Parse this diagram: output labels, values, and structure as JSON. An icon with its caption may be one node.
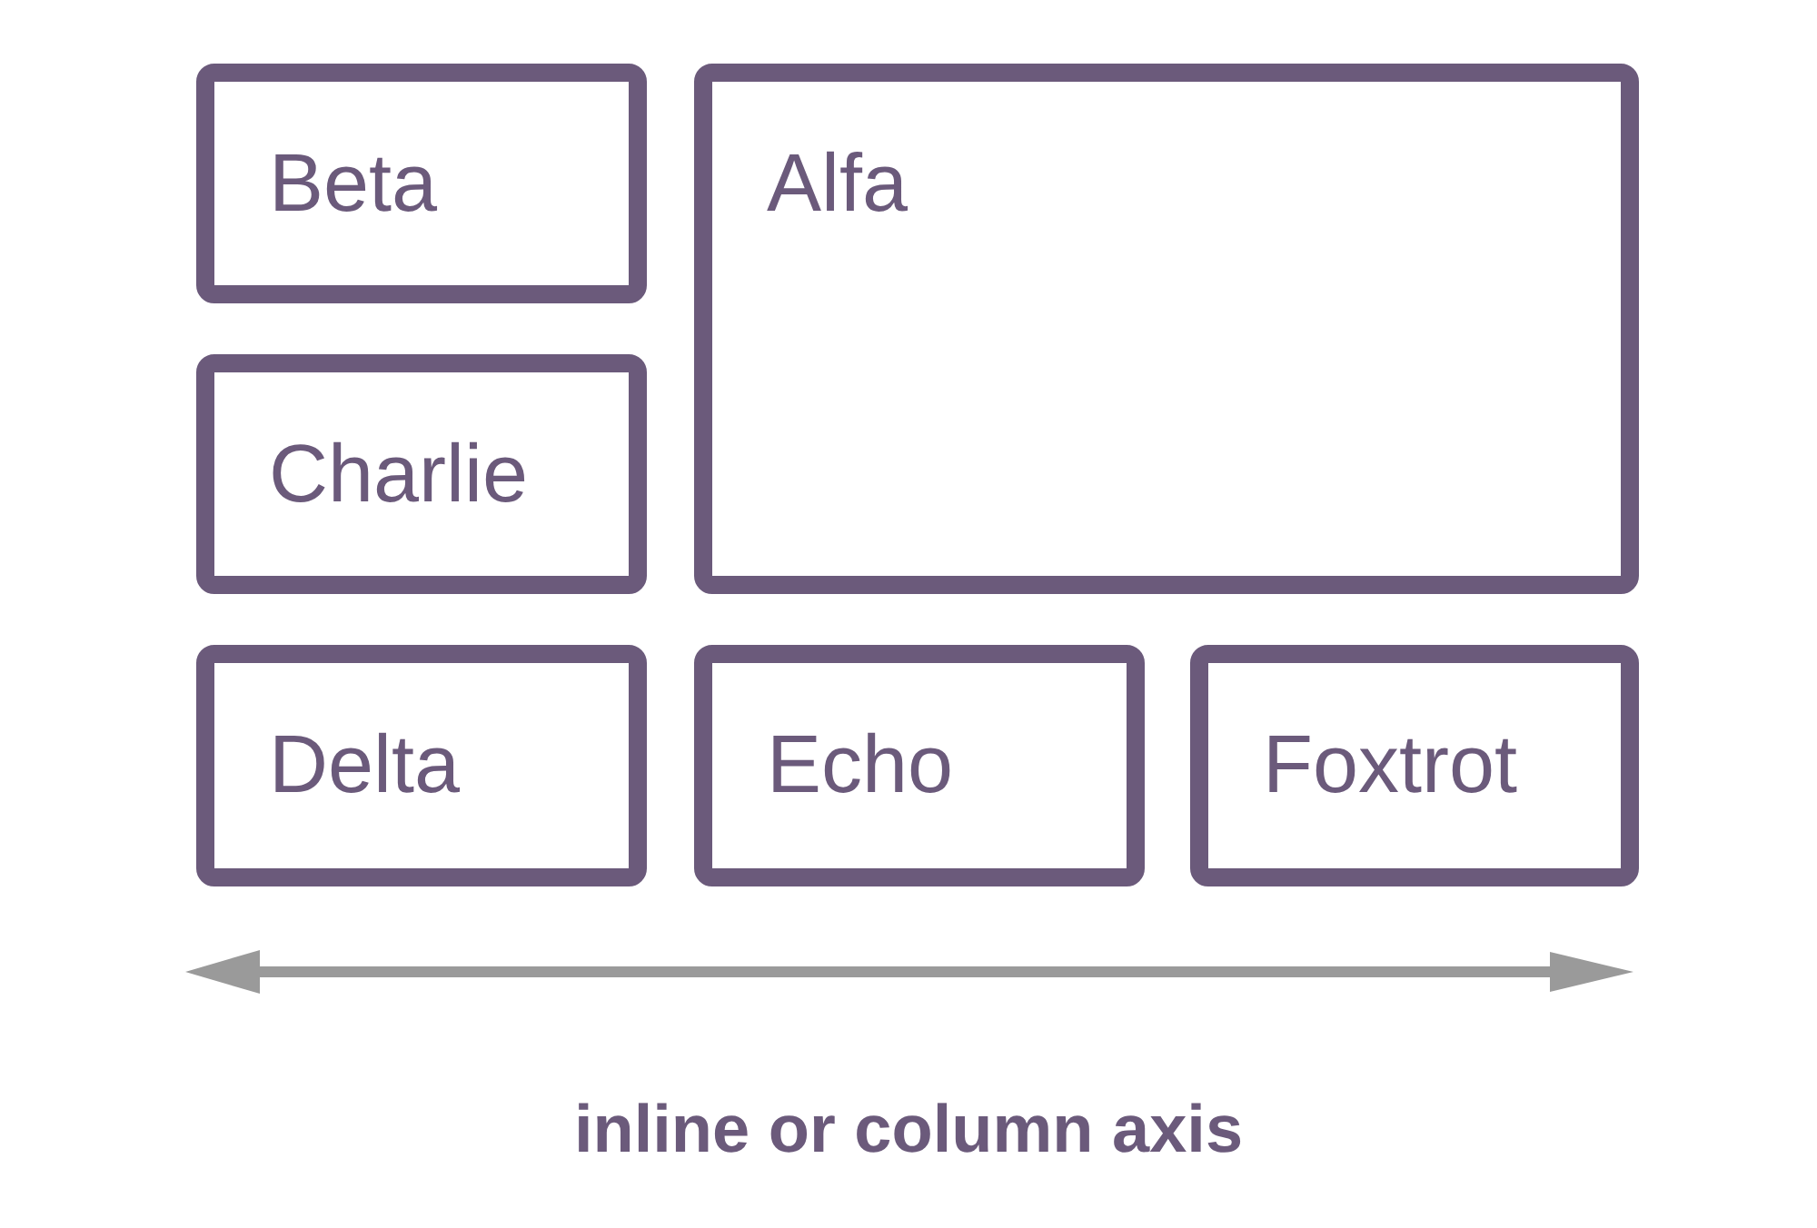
{
  "diagram": {
    "nodes": [
      {
        "text": [
          "Beta"
        ]
      },
      {
        "text": [
          "Alfa"
        ]
      },
      {
        "text": [
          "Charlie"
        ]
      },
      {
        "text": [
          "Delta"
        ]
      },
      {
        "text": [
          "Echo"
        ]
      },
      {
        "text": [
          "Foxtrot"
        ]
      }
    ],
    "labels": [
      "inline or column axis"
    ]
  }
}
